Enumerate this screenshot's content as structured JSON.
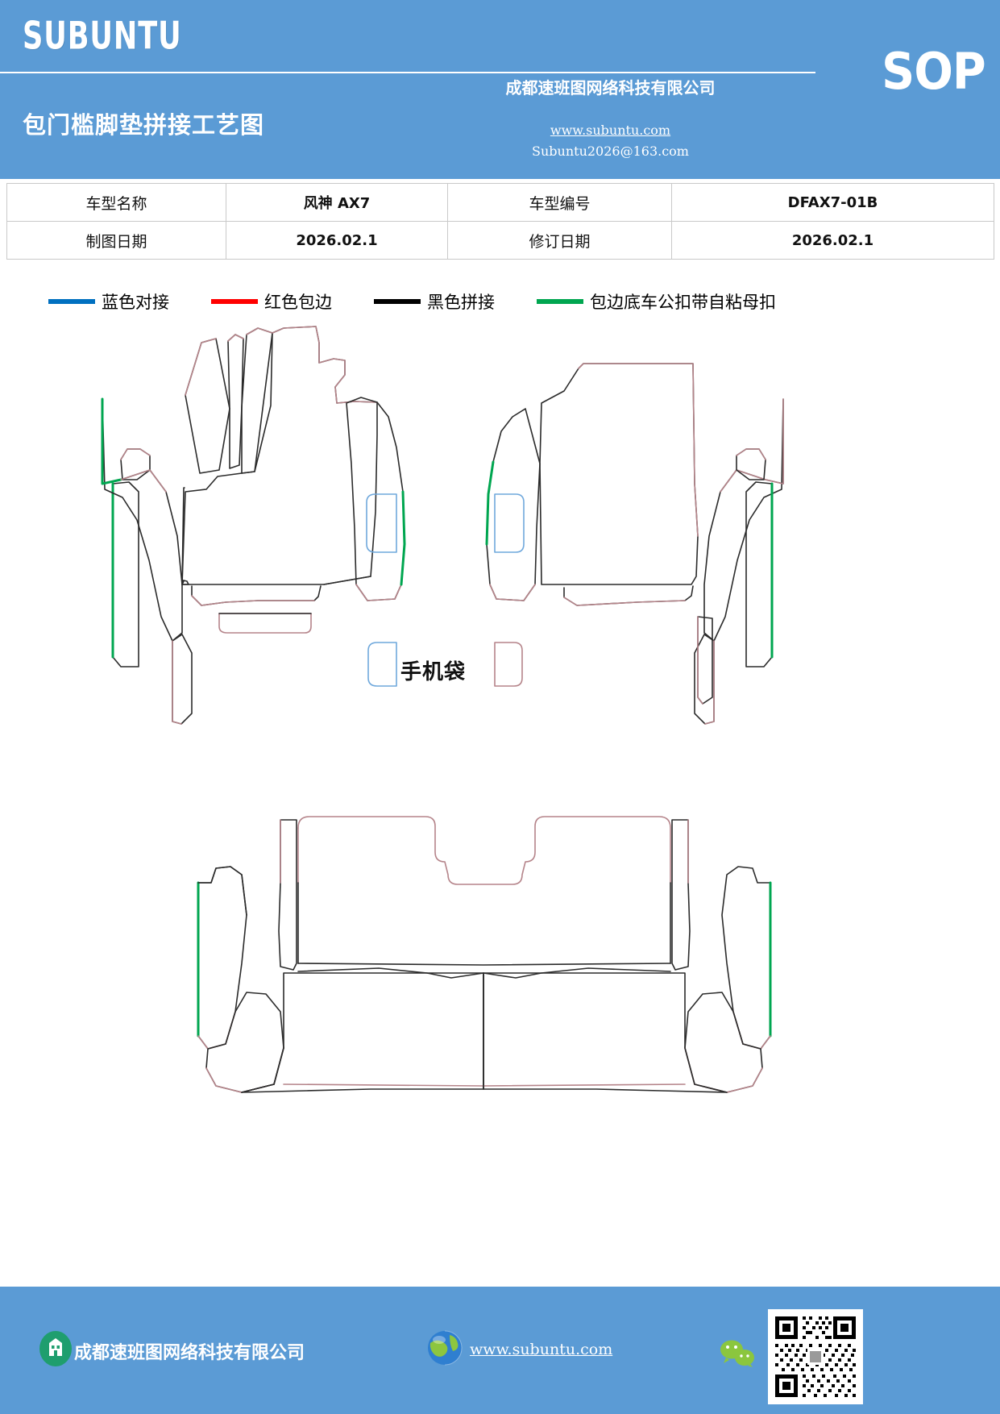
{
  "header": {
    "brand": "SUBUNTU",
    "doc_title": "包门槛脚垫拼接工艺图",
    "company_cn": "成都速班图网络科技有限公司",
    "website": "www.subuntu.com",
    "email": "Subuntu2026@163.com",
    "sop_mark": "SOP",
    "bg_color": "#5b9bd5"
  },
  "info_table": {
    "rows": [
      {
        "label1": "车型名称",
        "value1": "风神 AX7",
        "label2": "车型编号",
        "value2": "DFAX7-01B"
      },
      {
        "label1": "制图日期",
        "value1": "2026.02.1",
        "label2": "修订日期",
        "value2": "2026.02.1"
      }
    ]
  },
  "legend": {
    "items": [
      {
        "label": "蓝色对接",
        "color": "#0070c0"
      },
      {
        "label": "红色包边",
        "color": "#ff0000"
      },
      {
        "label": "黑色拼接",
        "color": "#000000"
      },
      {
        "label": "包边底车公扣带自粘母扣",
        "color": "#00a650"
      }
    ]
  },
  "drawing": {
    "phone_pocket_label": "手机袋",
    "stroke_colors": {
      "red_edge": "#b5848a",
      "black_seam": "#2b2b2b",
      "green_hook": "#00a650",
      "blue_butt": "#6fa8dc"
    }
  },
  "footer": {
    "company_cn": "成都速班图网络科技有限公司",
    "website": "www.subuntu.com",
    "bg_color": "#5b9bd5",
    "icons": {
      "building": "building-icon",
      "globe": "globe-icon",
      "wechat": "wechat-icon",
      "qr": "qr-code-icon"
    }
  }
}
